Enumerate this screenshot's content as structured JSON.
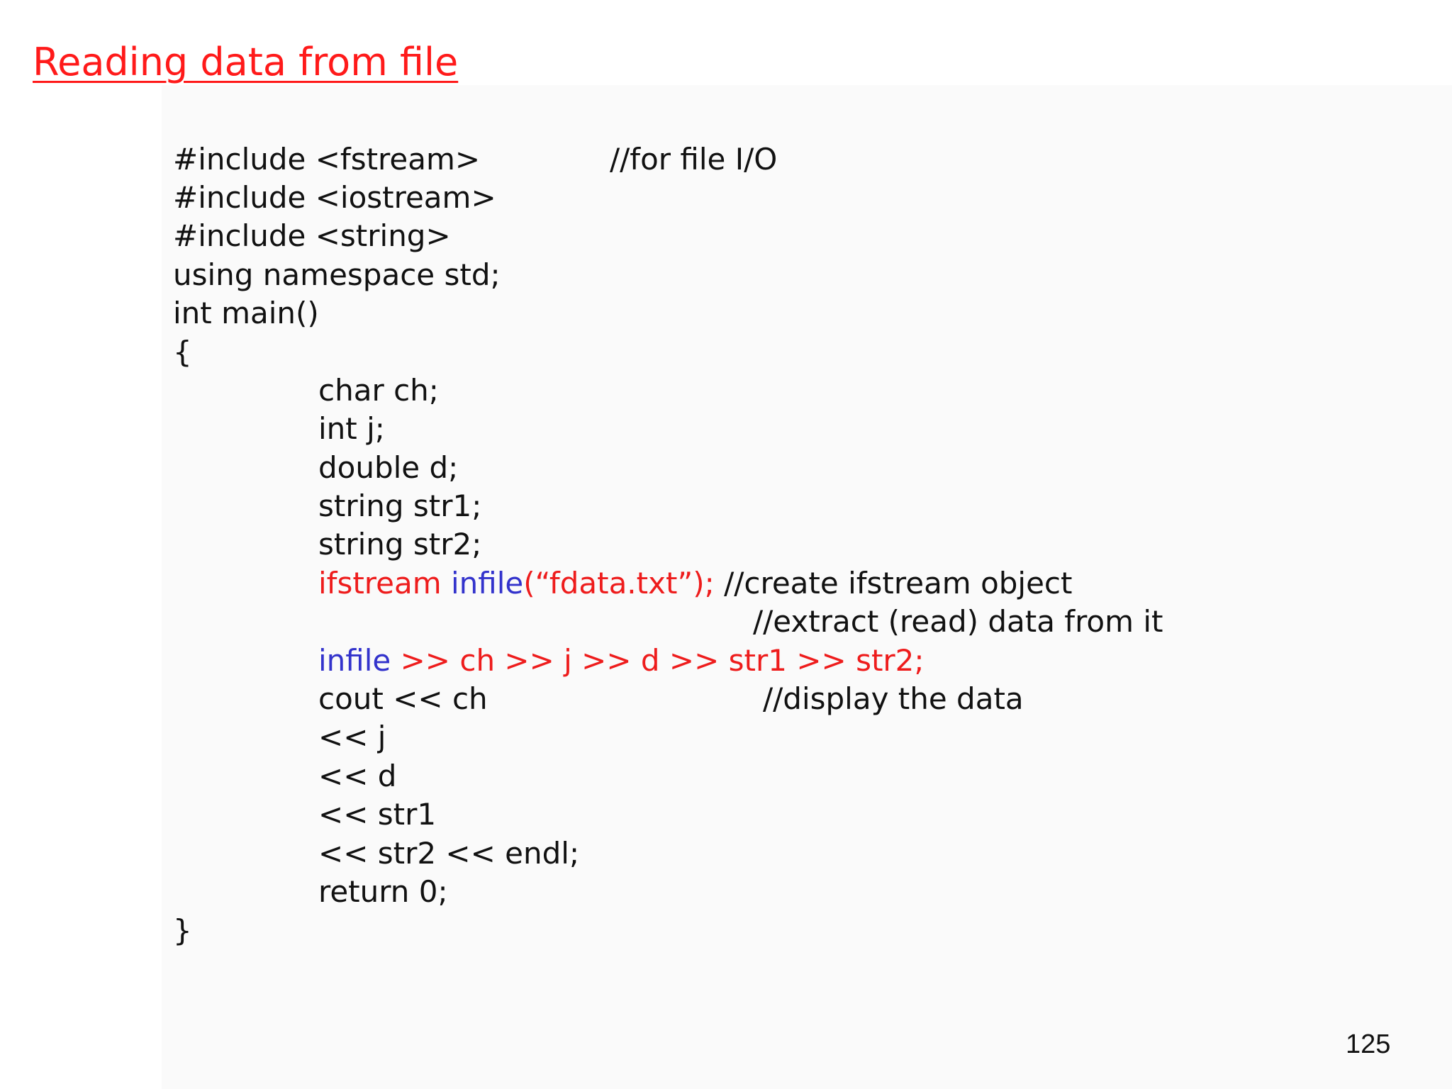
{
  "slide": {
    "title": "Reading data from file",
    "page_number": "125"
  },
  "code": {
    "include_fstream": "#include <fstream>",
    "include_fstream_comment": "//for file I/O",
    "include_iostream": "#include <iostream>",
    "include_string": "#include <string>",
    "using_namespace": "using namespace std;",
    "main_signature": "int main()",
    "open_brace": "{",
    "decl_ch": "char ch;",
    "decl_j": "int j;",
    "decl_d": "double d;",
    "decl_str1": "string str1;",
    "decl_str2": "string str2;",
    "ifstream_keyword": "ifstream ",
    "ifstream_object": "infile",
    "ifstream_args": "(“fdata.txt”);",
    "ifstream_comment": " //create ifstream object",
    "extract_comment": "//extract (read) data from it",
    "extract_object": "infile",
    "extract_expr": " >> ch >> j >> d >> str1 >> str2;",
    "cout_ch": "cout << ch",
    "display_comment": "//display the data",
    "cout_j": "<< j",
    "cout_d": "<< d",
    "cout_str1": "<< str1",
    "cout_str2": "<< str2 << endl;",
    "return_stmt": "return 0;",
    "close_brace": "}"
  },
  "colors": {
    "title": "#ff1a1a",
    "highlight_red": "#ee1c1c",
    "highlight_blue": "#3333cc",
    "code_text": "#111111",
    "panel_background": "#fafafa"
  }
}
